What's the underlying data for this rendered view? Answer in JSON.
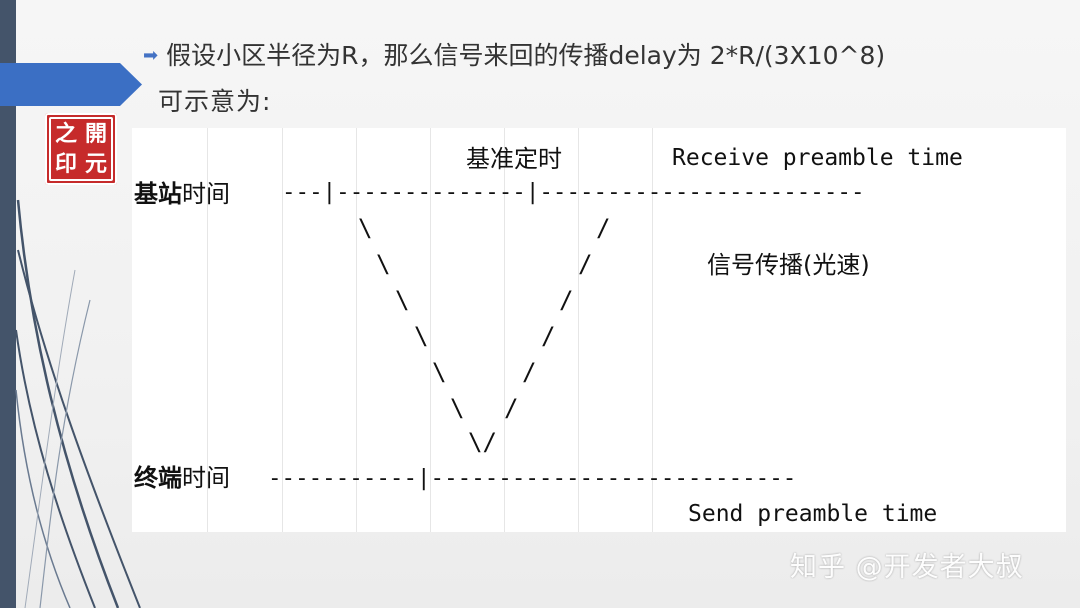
{
  "slide": {
    "bullet_text": "假设小区半径为R，那么信号来回的传播delay为 2*R/(3X10^8)",
    "sub_text": "可示意为:",
    "seal_chars": [
      "之",
      "開",
      "印",
      "元"
    ]
  },
  "diagram": {
    "label_base_timing": "基准定时",
    "label_receive": "Receive preamble time",
    "label_bs_time": "基站时间",
    "label_bs_time_bold": "基站",
    "label_bs_time_rest": "时间",
    "bs_timeline": "---|--------------|------------------------",
    "label_propagation": "信号传播(光速)",
    "label_ue_time_bold": "终端",
    "label_ue_time_rest": "时间",
    "ue_timeline": "-----------|---------------------------",
    "label_send": "Send preamble time",
    "v_left": [
      "\\",
      "\\",
      "\\",
      "\\",
      "\\",
      "\\"
    ],
    "v_right": [
      "/",
      "/",
      "/",
      "/",
      "/",
      "/"
    ],
    "v_bottom": "\\/"
  },
  "watermark": "知乎 @开发者大叔",
  "colors": {
    "bullet": "#4472c4",
    "tab": "#3b6fc4",
    "sidebar": "#44546a",
    "seal": "#c62b2b"
  }
}
